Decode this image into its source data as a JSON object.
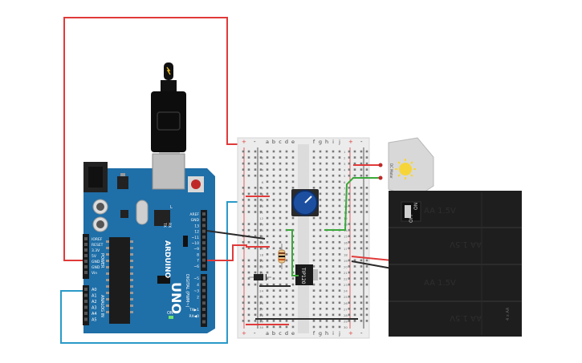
{
  "arduino": {
    "brand": "ARDUINO",
    "model": "UNO",
    "digital_header": "DIGITAL (PWM~)",
    "power_header": "POWER",
    "analog_header": "ANALOG IN",
    "on_label": "ON",
    "tx_label": "TX",
    "rx_label": "RX",
    "l_label": "L",
    "power_pins": [
      "IOREF",
      "RESET",
      "3.3V",
      "5V",
      "GND",
      "GND",
      "Vin"
    ],
    "analog_pins": [
      "A0",
      "A1",
      "A2",
      "A3",
      "A4",
      "A5"
    ],
    "digital_pins": [
      "AREF",
      "GND",
      "13",
      "12",
      "~11",
      "~10",
      "~9",
      "8",
      "7",
      "~6",
      "~5",
      "4",
      "~3",
      "2",
      "TX▶1",
      "RX◀0"
    ]
  },
  "breadboard": {
    "columns": [
      "a",
      "b",
      "c",
      "d",
      "e",
      "f",
      "g",
      "h",
      "i",
      "j"
    ],
    "plus": "+",
    "minus": "-"
  },
  "transistor": {
    "label": "TIP120"
  },
  "motor": {
    "label": "DC Motor"
  },
  "battery": {
    "cells": [
      "AA 1.5V",
      "AA 1.5V",
      "AA 1.5V",
      "AA 1.5V"
    ],
    "switch_off": "OFF",
    "switch_on": "ON",
    "pack_label": "4 x AA"
  },
  "colors": {
    "board": "#1f6fa8",
    "breadboard": "#ececec",
    "wire_red": "#e03a3a",
    "wire_black": "#2a2a2a",
    "wire_blue": "#2a9ac8",
    "wire_green": "#3aa83a",
    "battery": "#1e1e1e"
  }
}
